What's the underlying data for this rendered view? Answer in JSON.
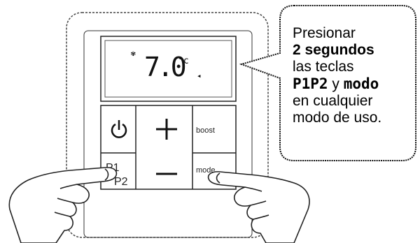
{
  "display": {
    "temperature": "7.0",
    "unit": "°c",
    "mode_icon": "snowflake-icon",
    "signal_icon": "signal-icon"
  },
  "buttons": {
    "power_icon": "power-icon",
    "plus_icon": "plus-icon",
    "minus_icon": "minus-icon",
    "boost_label": "boost",
    "p1_label": "P1",
    "p2_label": "P2",
    "mode_label": "mode"
  },
  "callout": {
    "line1": "Presionar",
    "line2": "2 segundos",
    "line3": "las teclas",
    "line4_a": "P1P2",
    "line4_b": " y ",
    "line4_c": "modo",
    "line5": "en cualquier",
    "line6": "modo de uso."
  },
  "colors": {
    "frame": "#333333",
    "panel": "#ffffff",
    "skin": "#ffffff",
    "outline": "#222222"
  }
}
